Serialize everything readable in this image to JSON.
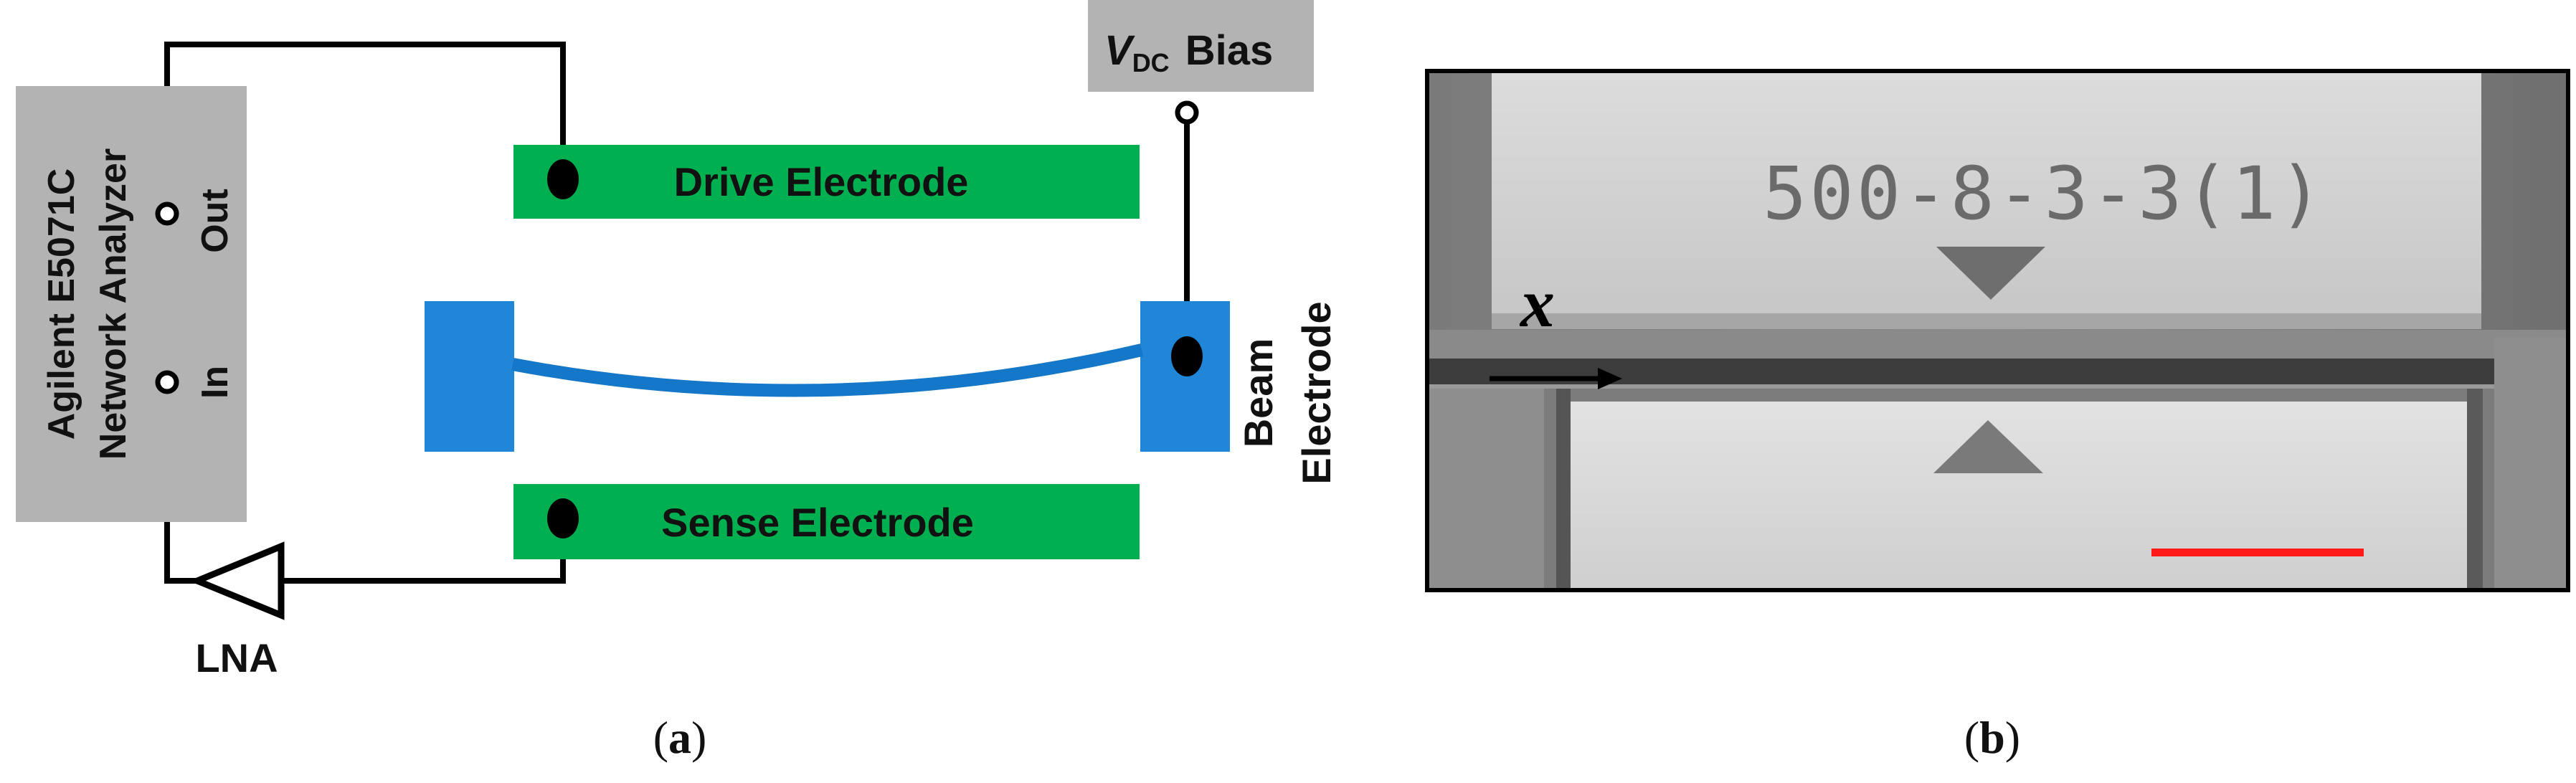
{
  "panel_a": {
    "analyzer": {
      "name_line1": "Agilent E5071C",
      "name_line2": "Network Analyzer",
      "port_out": "Out",
      "port_in": "In"
    },
    "bias": {
      "symbol": "V",
      "subscript": "DC",
      "text": "Bias"
    },
    "drive_electrode": "Drive Electrode",
    "sense_electrode": "Sense Electrode",
    "beam_electrode_line1": "Beam",
    "beam_electrode_line2": "Electrode",
    "amplifier": "LNA",
    "caption_open": "(",
    "caption_letter": "a",
    "caption_close": ")"
  },
  "panel_b": {
    "device_label": "500-8-3-3(1)",
    "axis_label": "x",
    "caption_open": "(",
    "caption_letter": "b",
    "caption_close": ")"
  },
  "colors": {
    "analyzer_box": "#b3b3b3",
    "electrode_green": "#00b050",
    "beam_blue": "#1f86d8",
    "scale_bar": "#ff1a1a",
    "wire": "#000000"
  }
}
